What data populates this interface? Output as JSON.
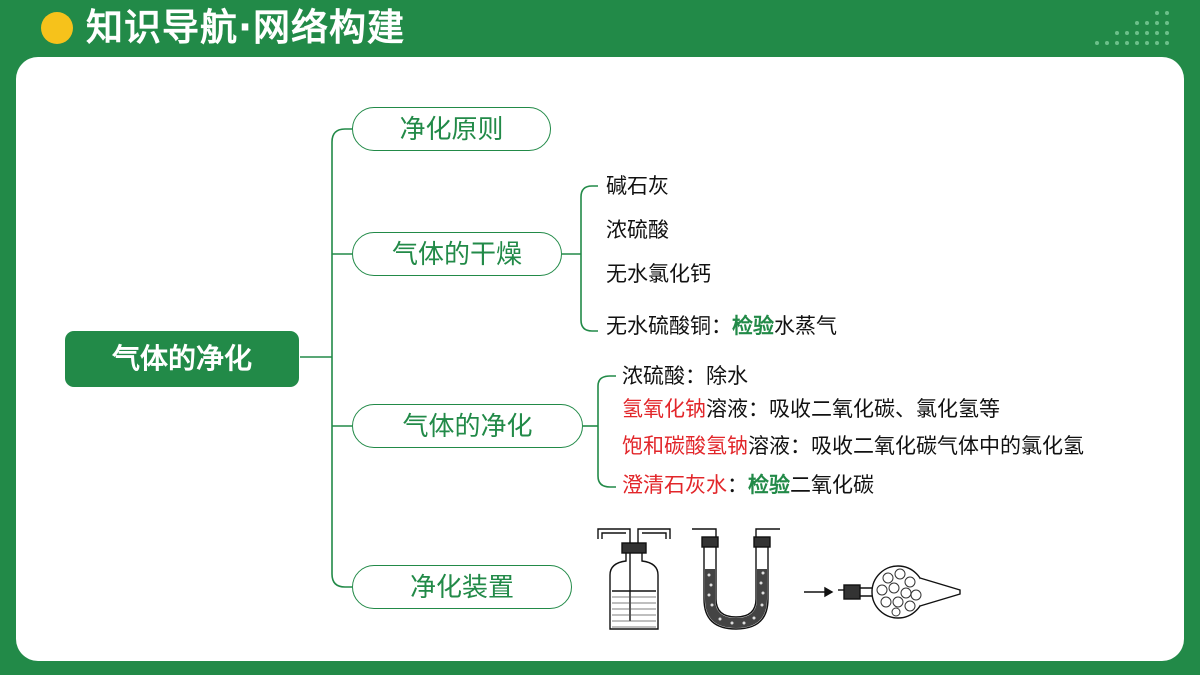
{
  "header": {
    "title": "知识导航·网络构建"
  },
  "colors": {
    "brand_green": "#228a48",
    "accent_yellow": "#f6c21b",
    "highlight_red": "#e2262a"
  },
  "mindmap": {
    "root": "气体的净化",
    "branches": [
      {
        "label": "净化原则"
      },
      {
        "label": "气体的干燥",
        "items": [
          {
            "text": "碱石灰"
          },
          {
            "text": "浓硫酸"
          },
          {
            "text": "无水氯化钙"
          },
          {
            "text": "无水硫酸铜：",
            "em": "检验",
            "rest": "水蒸气"
          }
        ]
      },
      {
        "label": "气体的净化",
        "items": [
          {
            "text": "浓硫酸：除水"
          },
          {
            "red": "氢氧化钠",
            "rest": "溶液：吸收二氧化碳、氯化氢等"
          },
          {
            "red": "饱和碳酸氢钠",
            "rest": "溶液：吸收二氧化碳气体中的氯化氢"
          },
          {
            "red": "澄清石灰水",
            "sep": "：",
            "em": "检验",
            "rest": "二氧化碳"
          }
        ]
      },
      {
        "label": "净化装置",
        "apparatus": [
          "gas-washing-bottle-icon",
          "u-tube-icon",
          "drying-bulb-icon"
        ]
      }
    ]
  }
}
